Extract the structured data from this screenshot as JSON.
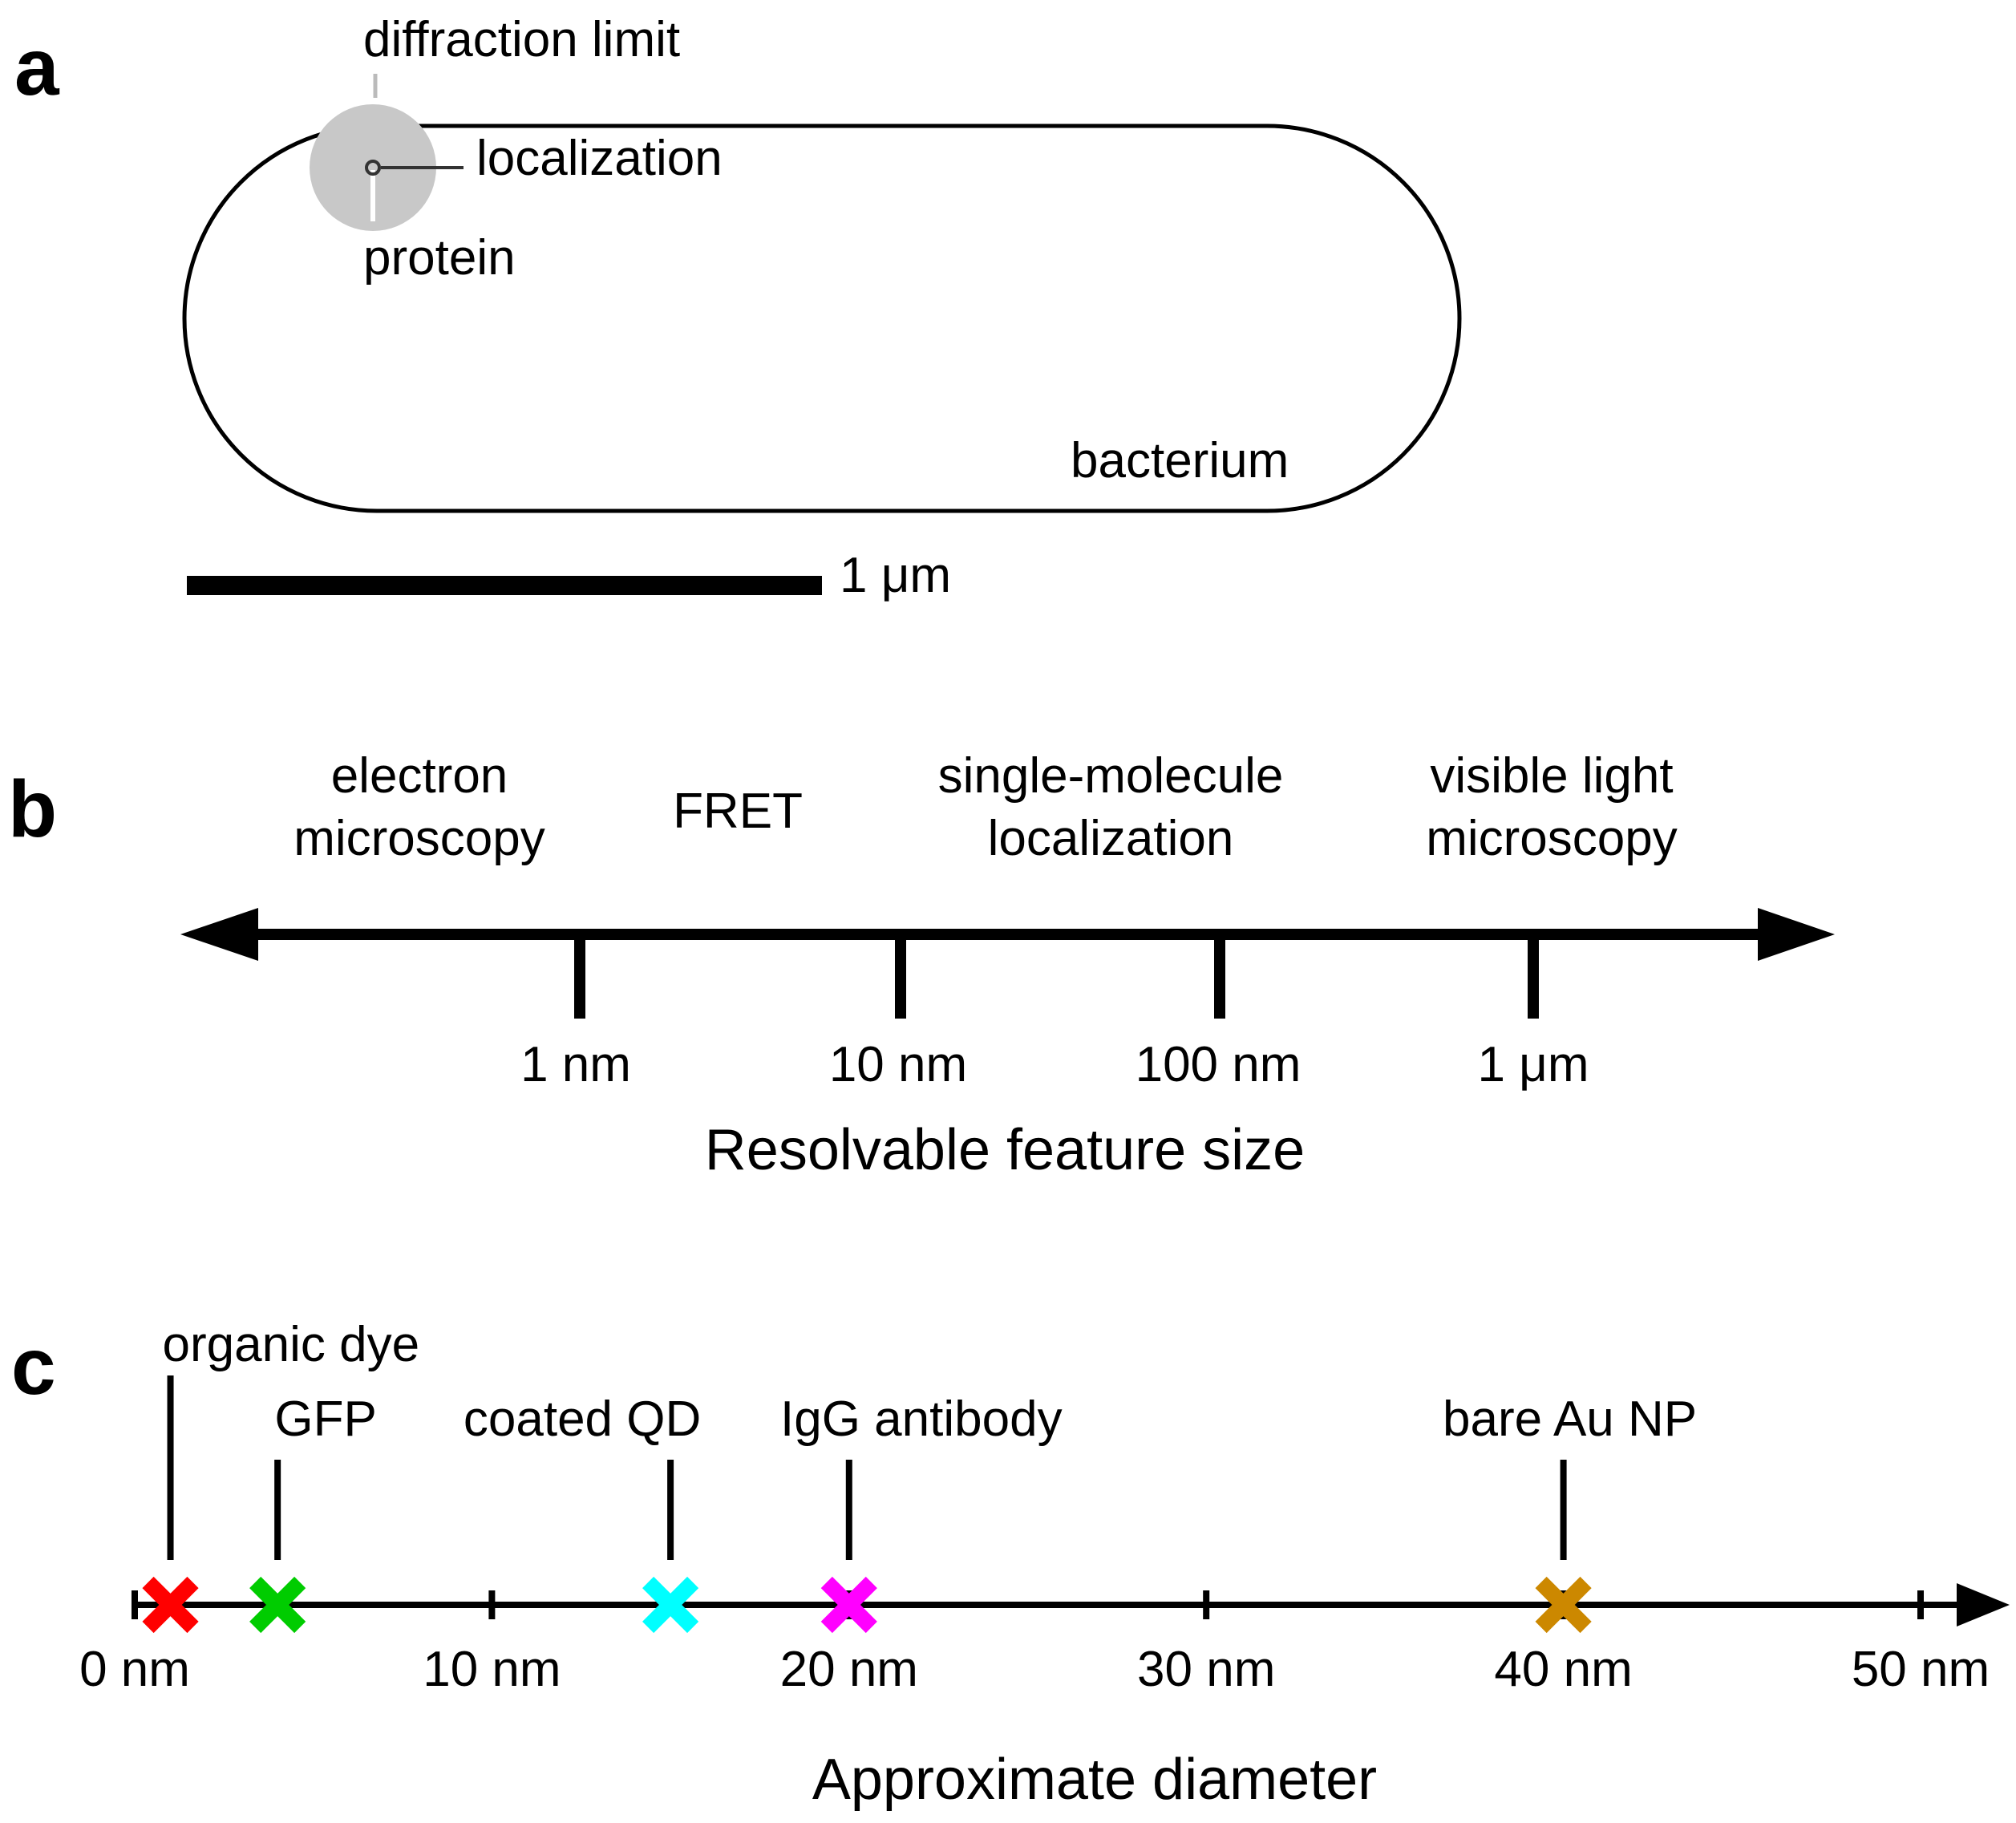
{
  "panels": {
    "a": {
      "letter": "a",
      "labels": {
        "diffraction_limit": "diffraction limit",
        "localization": "localization",
        "protein": "protein",
        "bacterium": "bacterium"
      },
      "scale_bar": {
        "label": "1 μm"
      },
      "colors": {
        "diffraction_disk": "#c8c8c8",
        "outline": "#000000"
      }
    },
    "b": {
      "letter": "b",
      "methods": [
        {
          "line1": "electron",
          "line2": "microscopy"
        },
        {
          "line1": "FRET",
          "line2": ""
        },
        {
          "line1": "single-molecule",
          "line2": "localization"
        },
        {
          "line1": "visible light",
          "line2": "microscopy"
        }
      ],
      "ticks": [
        "1 nm",
        "10 nm",
        "100 nm",
        "1 μm"
      ],
      "axis_label": "Resolvable feature size",
      "scale": "log"
    },
    "c": {
      "letter": "c",
      "axis_label": "Approximate diameter",
      "ticks": [
        {
          "value": 0,
          "label": "0 nm"
        },
        {
          "value": 10,
          "label": "10 nm"
        },
        {
          "value": 20,
          "label": "20 nm"
        },
        {
          "value": 30,
          "label": "30 nm"
        },
        {
          "value": 40,
          "label": "40 nm"
        },
        {
          "value": 50,
          "label": "50 nm"
        }
      ],
      "markers": [
        {
          "name": "organic dye",
          "value": 1,
          "color": "#ff0000"
        },
        {
          "name": "GFP",
          "value": 4,
          "color": "#00cc00"
        },
        {
          "name": "coated QD",
          "value": 15,
          "color": "#00ffff"
        },
        {
          "name": "IgG antibody",
          "value": 20,
          "color": "#ff00ff"
        },
        {
          "name": "bare Au NP",
          "value": 40,
          "color": "#cc8800"
        }
      ]
    }
  }
}
